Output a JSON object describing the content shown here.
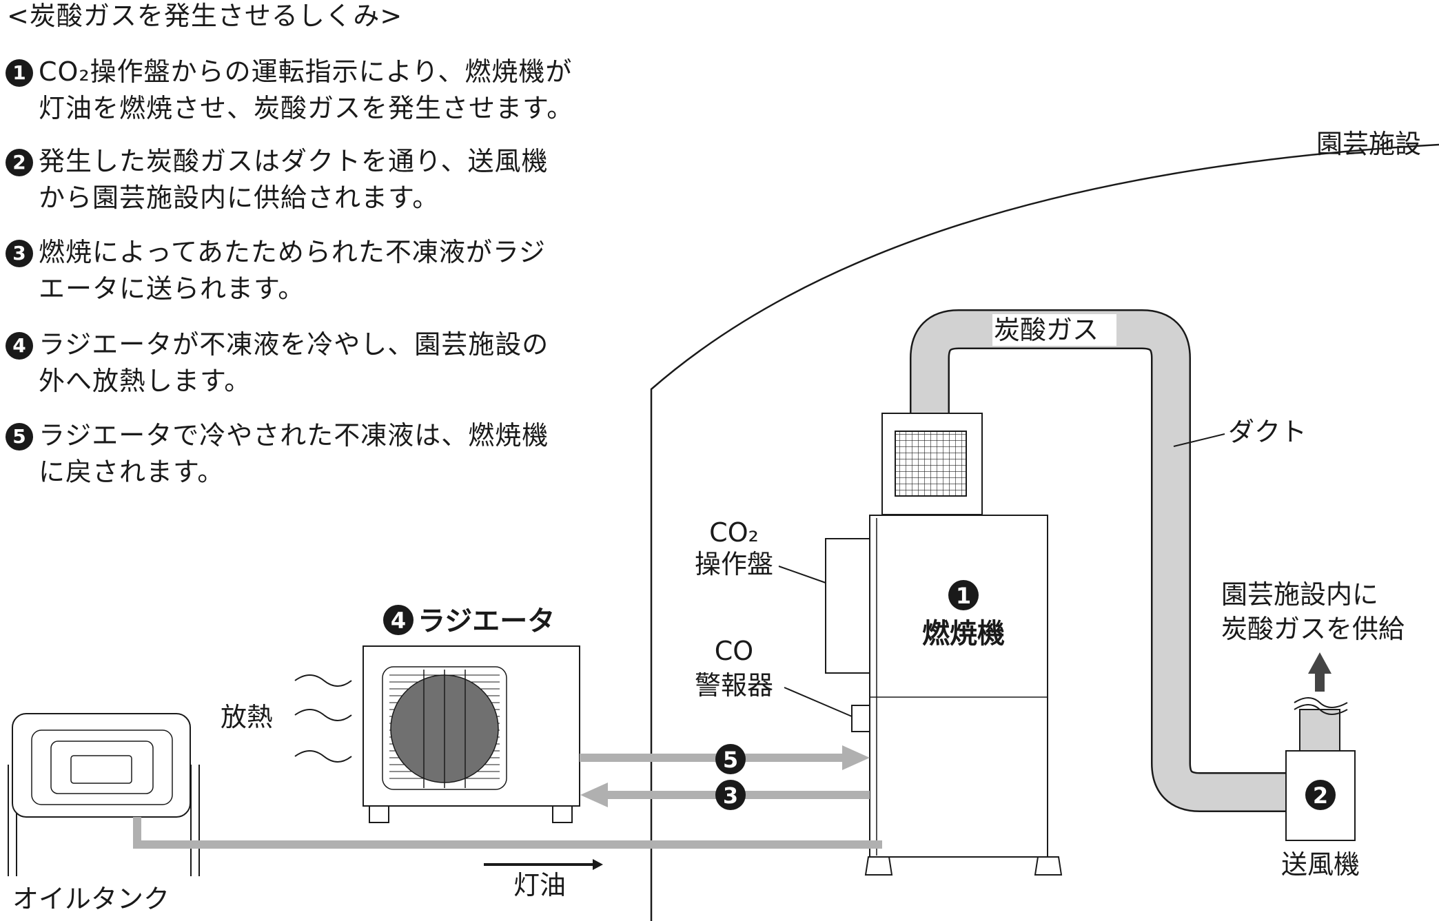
{
  "heading": "<炭酸ガスを発生させるしくみ>",
  "steps": [
    {
      "num": "1",
      "line1": "CO₂操作盤からの運転指示により、燃焼機が",
      "line2": "灯油を燃焼させ、炭酸ガスを発生させます。"
    },
    {
      "num": "2",
      "line1": "発生した炭酸ガスはダクトを通り、送風機",
      "line2": "から園芸施設内に供給されます。"
    },
    {
      "num": "3",
      "line1": "燃焼によってあたためられた不凍液がラジ",
      "line2": "エータに送られます。"
    },
    {
      "num": "4",
      "line1": "ラジエータが不凍液を冷やし、園芸施設の",
      "line2": "外へ放熱します。"
    },
    {
      "num": "5",
      "line1": "ラジエータで冷やされた不凍液は、燃焼機",
      "line2": "に戻されます。"
    }
  ],
  "labels": {
    "facility": "園芸施設",
    "gas": "炭酸ガス",
    "duct": "ダクト",
    "co2_panel_1": "CO₂",
    "co2_panel_2": "操作盤",
    "co_alarm_1": "CO",
    "co_alarm_2": "警報器",
    "burner": "燃焼機",
    "supply_1": "園芸施設内に",
    "supply_2": "炭酸ガスを供給",
    "blower": "送風機",
    "radiator": "ラジエータ",
    "heat": "放熱",
    "oil_tank": "オイルタンク",
    "kerosene": "灯油"
  },
  "badges": {
    "burner": "1",
    "blower": "2",
    "flow_return": "3",
    "radiator": "4",
    "flow_supply": "5"
  },
  "colors": {
    "ink": "#1a1a1a",
    "duct_fill": "#d2d2d2",
    "pipe": "#b0b0b0",
    "fan": "#707070",
    "white": "#ffffff"
  }
}
